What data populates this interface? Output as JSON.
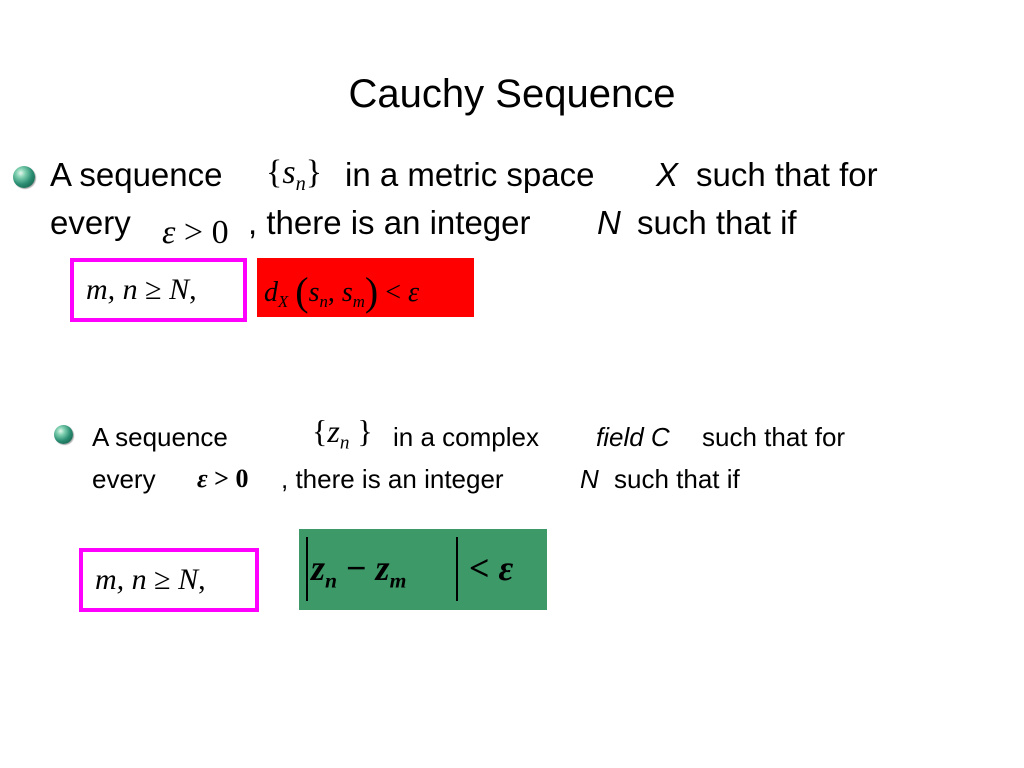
{
  "title": "Cauchy Sequence",
  "bullet1": {
    "line1_a": "A sequence",
    "line1_b": "in a metric space",
    "line1_c": "X",
    "line1_d": "such that for",
    "line2_a": "every",
    "line2_b": ", there is an integer",
    "line2_c": "N",
    "line2_d": "such that if",
    "set": {
      "open": "{",
      "var": "s",
      "sub": "n",
      "close": "}"
    },
    "eps": {
      "sym": "ε",
      "op": " > ",
      "val": "0"
    },
    "cond": {
      "mn": "m, n",
      "op": " ≥ ",
      "N": "N",
      "comma": ","
    },
    "metric": {
      "d": "d",
      "dsub": "X",
      "open": "(",
      "s1": "s",
      "s1sub": "n",
      "sep": ", ",
      "s2": "s",
      "s2sub": "m",
      "close": ")",
      "op": " < ",
      "eps": "ε"
    }
  },
  "bullet2": {
    "line1_a": "A sequence",
    "line1_b": "in a complex",
    "line1_c": "field C",
    "line1_d": "such that for",
    "line2_a": "every",
    "line2_b": ", there is an integer",
    "line2_c": "N",
    "line2_d": "such that if",
    "set": {
      "open": "{",
      "var": "z",
      "sub": "n",
      "close": "}"
    },
    "eps": {
      "sym": "ε",
      "op": " > ",
      "val": "0"
    },
    "cond": {
      "mn": "m, n",
      "op": " ≥ ",
      "N": "N",
      "comma": ","
    },
    "modulus": {
      "z1": "z",
      "z1sub": "n",
      "minus": " − ",
      "z2": "z",
      "z2sub": "m",
      "op": "<",
      "eps": "ε"
    }
  },
  "colors": {
    "pink_box_border": "#ff00ff",
    "red_box": "#ff0000",
    "green_box": "#3d9967",
    "bullet": "#2a8d72"
  }
}
